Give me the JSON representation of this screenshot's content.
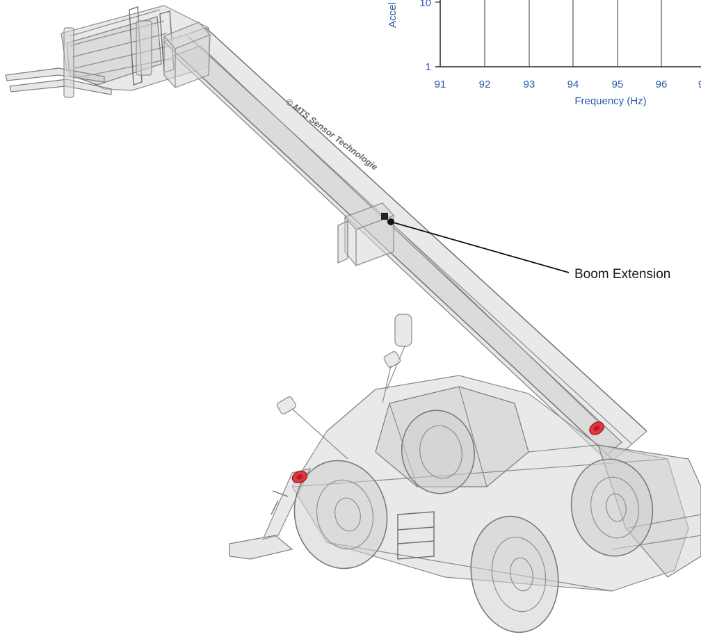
{
  "chart": {
    "y_tick_top": "10",
    "y_tick_bottom": "1",
    "y_axis_label_fragment": "Accel",
    "x_ticks": [
      "91",
      "92",
      "93",
      "94",
      "95",
      "96",
      "9"
    ],
    "x_axis_label": "Frequency (Hz)"
  },
  "callout": {
    "label": "Boom Extension"
  },
  "watermark": {
    "text": "© MTS Sensor Technologie"
  },
  "colors": {
    "chart_text": "#2a5aa8",
    "sensor_red": "#e8343f",
    "machine_grey": "#d7d7d7"
  }
}
